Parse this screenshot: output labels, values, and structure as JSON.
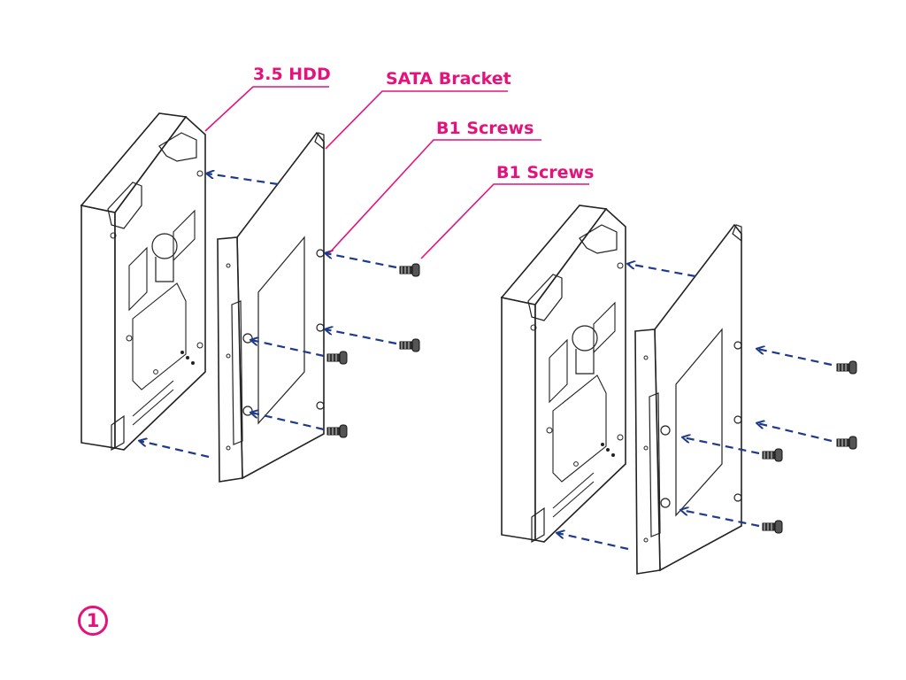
{
  "colors": {
    "callout": "#e4127a",
    "arrow": "#1e3a8a",
    "outline": "#222222",
    "fill": "#ffffff"
  },
  "labels": {
    "hdd": "3.5 HDD",
    "bracket": "SATA Bracket",
    "screws_a": "B1 Screws",
    "screws_b": "B1 Screws"
  },
  "step": {
    "number": "1"
  }
}
